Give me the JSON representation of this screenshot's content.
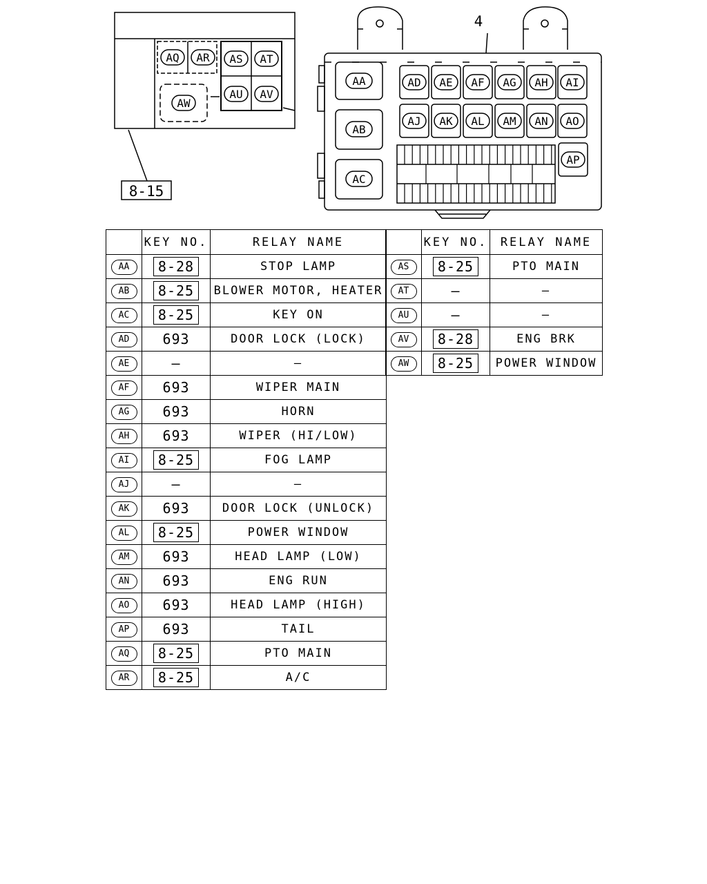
{
  "labels": {
    "callout_box": "8-15",
    "callout_num": "4"
  },
  "small_block_codes": [
    "AQ",
    "AR",
    "AS",
    "AT",
    "AU",
    "AV",
    "AW"
  ],
  "big_box_codes": {
    "left": [
      "AA",
      "AB",
      "AC"
    ],
    "row1": [
      "AD",
      "AE",
      "AF",
      "AG",
      "AH",
      "AI"
    ],
    "row2": [
      "AJ",
      "AK",
      "AL",
      "AM",
      "AN",
      "AO"
    ],
    "side": [
      "AP"
    ]
  },
  "headers": {
    "key": "KEY NO.",
    "relay": "RELAY NAME"
  },
  "table_left": [
    {
      "code": "AA",
      "key": "8-28",
      "boxed": true,
      "relay": "STOP LAMP"
    },
    {
      "code": "AB",
      "key": "8-25",
      "boxed": true,
      "relay": "BLOWER MOTOR, HEATER"
    },
    {
      "code": "AC",
      "key": "8-25",
      "boxed": true,
      "relay": "KEY ON"
    },
    {
      "code": "AD",
      "key": "693",
      "boxed": false,
      "relay": "DOOR LOCK (LOCK)"
    },
    {
      "code": "AE",
      "key": "—",
      "boxed": false,
      "relay": "—"
    },
    {
      "code": "AF",
      "key": "693",
      "boxed": false,
      "relay": "WIPER MAIN"
    },
    {
      "code": "AG",
      "key": "693",
      "boxed": false,
      "relay": "HORN"
    },
    {
      "code": "AH",
      "key": "693",
      "boxed": false,
      "relay": "WIPER (HI/LOW)"
    },
    {
      "code": "AI",
      "key": "8-25",
      "boxed": true,
      "relay": "FOG LAMP"
    },
    {
      "code": "AJ",
      "key": "—",
      "boxed": false,
      "relay": "—"
    },
    {
      "code": "AK",
      "key": "693",
      "boxed": false,
      "relay": "DOOR LOCK (UNLOCK)"
    },
    {
      "code": "AL",
      "key": "8-25",
      "boxed": true,
      "relay": "POWER WINDOW"
    },
    {
      "code": "AM",
      "key": "693",
      "boxed": false,
      "relay": "HEAD LAMP (LOW)"
    },
    {
      "code": "AN",
      "key": "693",
      "boxed": false,
      "relay": "ENG RUN"
    },
    {
      "code": "AO",
      "key": "693",
      "boxed": false,
      "relay": "HEAD LAMP (HIGH)"
    },
    {
      "code": "AP",
      "key": "693",
      "boxed": false,
      "relay": "TAIL"
    },
    {
      "code": "AQ",
      "key": "8-25",
      "boxed": true,
      "relay": "PTO MAIN"
    },
    {
      "code": "AR",
      "key": "8-25",
      "boxed": true,
      "relay": "A/C"
    }
  ],
  "table_right": [
    {
      "code": "AS",
      "key": "8-25",
      "boxed": true,
      "relay": "PTO MAIN"
    },
    {
      "code": "AT",
      "key": "—",
      "boxed": false,
      "relay": "—"
    },
    {
      "code": "AU",
      "key": "—",
      "boxed": false,
      "relay": "—"
    },
    {
      "code": "AV",
      "key": "8-28",
      "boxed": true,
      "relay": "ENG BRK"
    },
    {
      "code": "AW",
      "key": "8-25",
      "boxed": true,
      "relay": "POWER WINDOW"
    }
  ]
}
